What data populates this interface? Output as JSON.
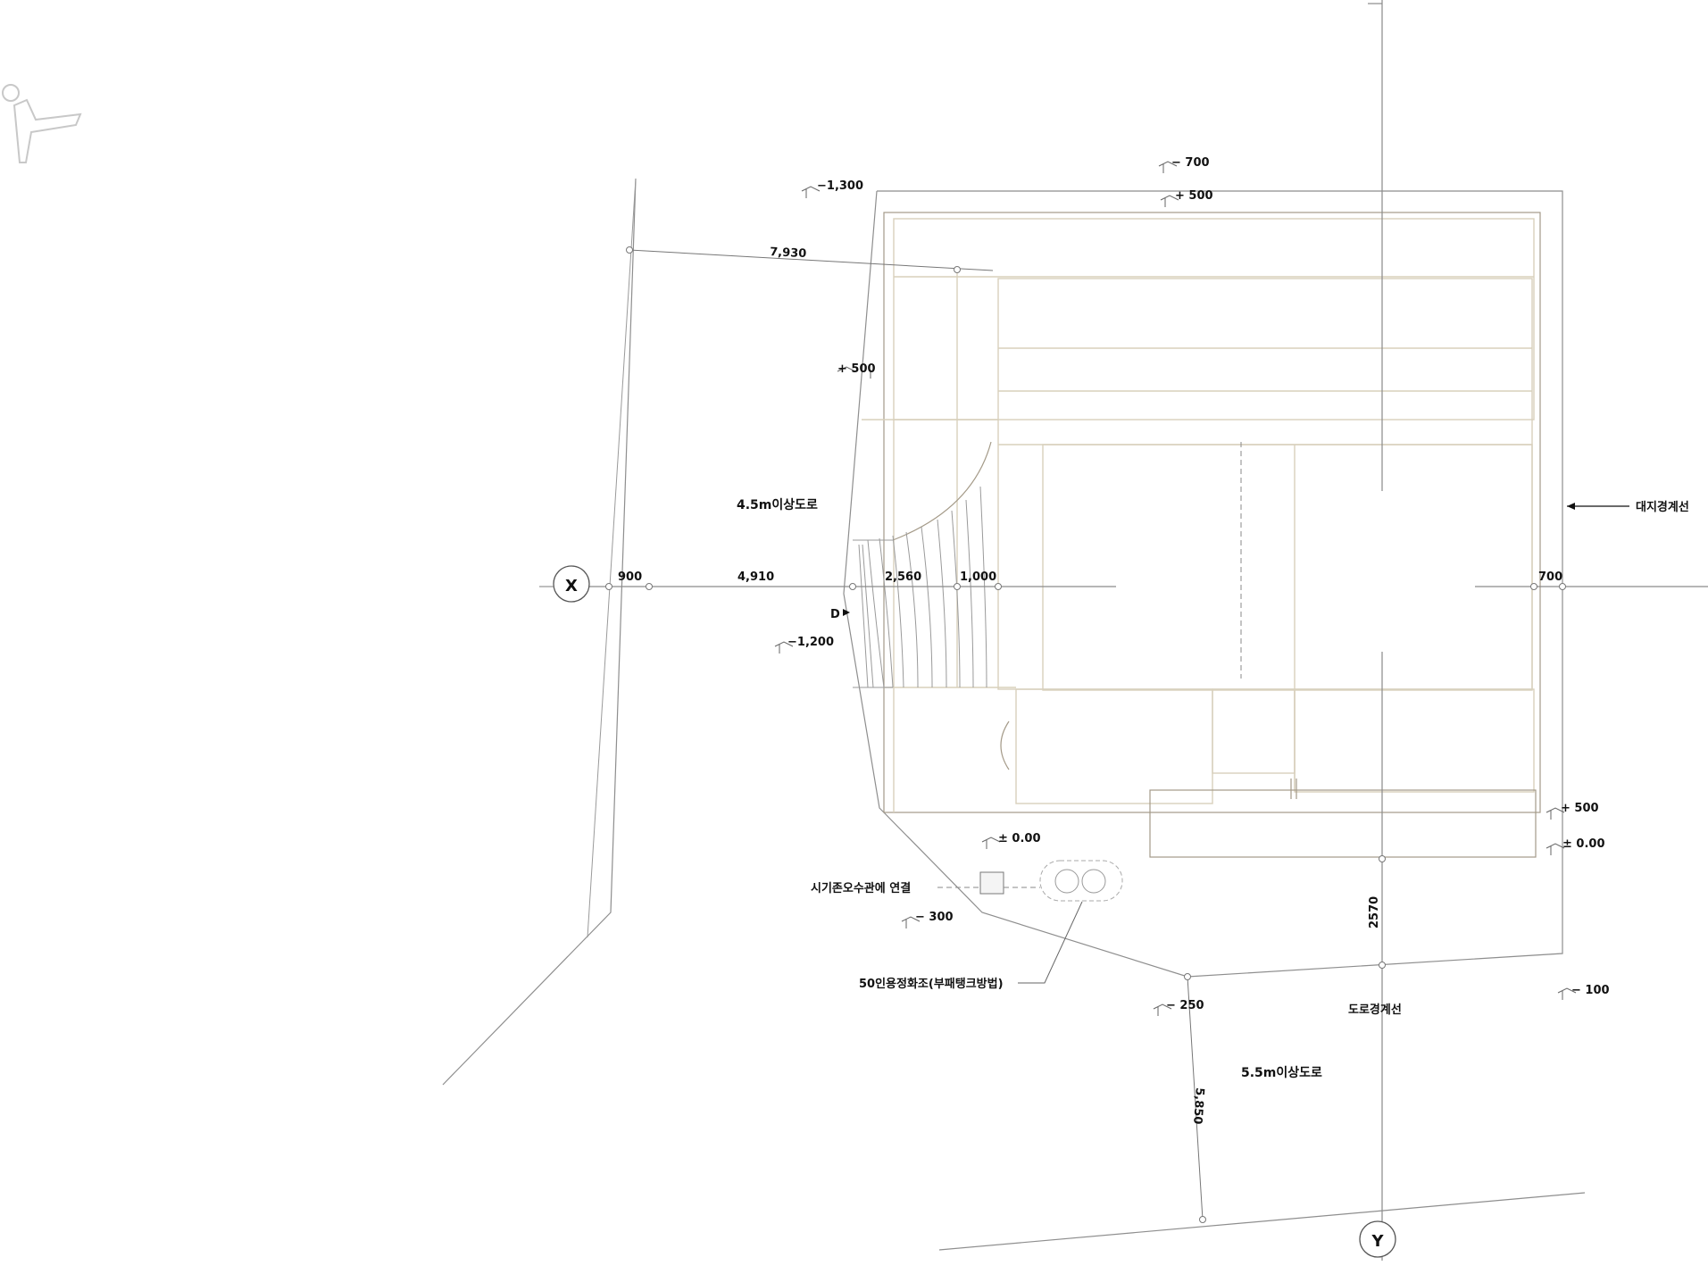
{
  "grid_labels": {
    "x": "X",
    "y": "Y"
  },
  "dimensions": {
    "d7930": "7,930",
    "d900": "900",
    "d4910": "4,910",
    "d2560": "2,560",
    "d1000": "1,000",
    "d700": "700",
    "d2570": "2570",
    "d5850": "5,850"
  },
  "levels": {
    "m1300": "−1,300",
    "m700": "− 700",
    "p500_top": "+ 500",
    "p500_left": "+ 500",
    "m1200": "−1,200",
    "pm000_mid": "± 0.00",
    "m300": "− 300",
    "m250": "− 250",
    "p500_right": "+ 500",
    "pm000_right": "± 0.00",
    "m100": "− 100"
  },
  "annotations": {
    "road_west": "4.5m이상도로",
    "road_south": "5.5m이상도로",
    "site_boundary": "대지경계선",
    "road_boundary": "도로경계선",
    "sewer": "시기존오수관에 연결",
    "septic": "50인용정화조(부패탱크방법)",
    "door": "D"
  },
  "colors": {
    "building_line": "#d8d0bc",
    "line": "#8e8e8e",
    "text": "#111111"
  }
}
